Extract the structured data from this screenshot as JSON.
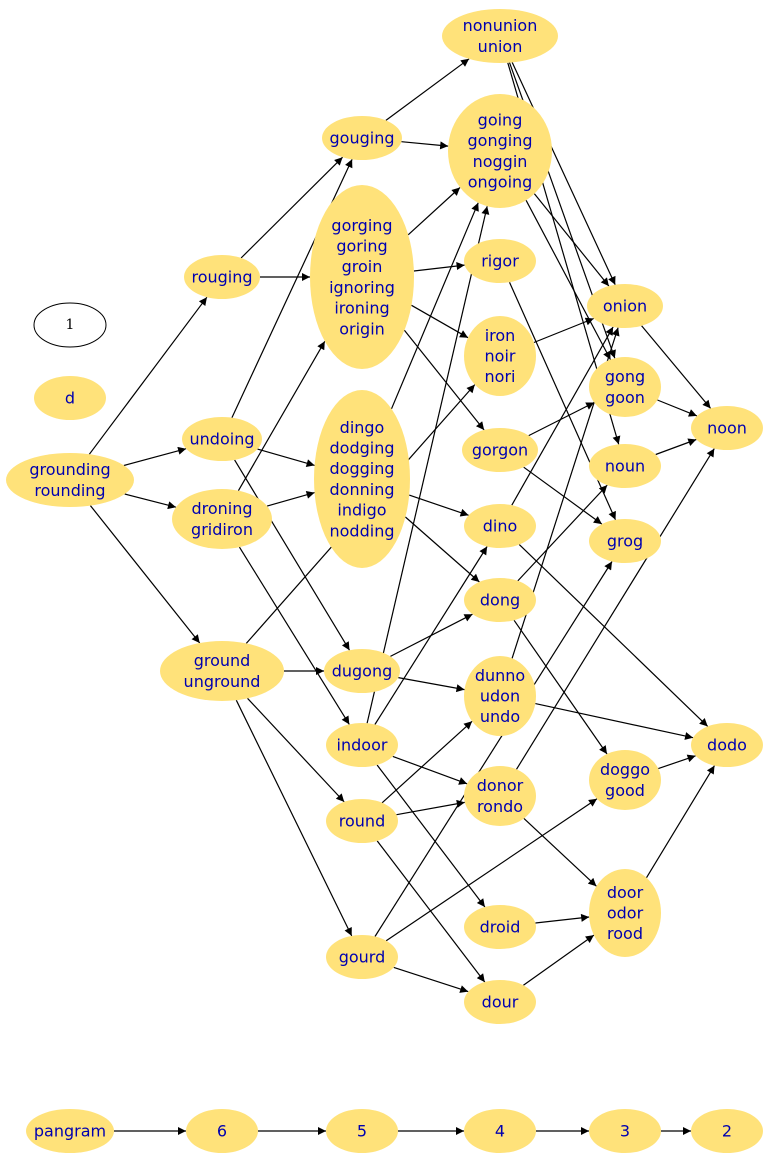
{
  "colors": {
    "node_fill": "#ffe27a",
    "label": "#0000b0",
    "edge": "#000000"
  },
  "nodes": [
    {
      "id": "grounding",
      "lines": [
        "grounding",
        "rounding"
      ]
    },
    {
      "id": "rouging",
      "lines": [
        "rouging"
      ]
    },
    {
      "id": "undoing",
      "lines": [
        "undoing"
      ]
    },
    {
      "id": "droning",
      "lines": [
        "droning",
        "gridiron"
      ]
    },
    {
      "id": "ground",
      "lines": [
        "ground",
        "unground"
      ]
    },
    {
      "id": "gouging",
      "lines": [
        "gouging"
      ]
    },
    {
      "id": "gorging",
      "lines": [
        "gorging",
        "goring",
        "groin",
        "ignoring",
        "ironing",
        "origin"
      ]
    },
    {
      "id": "dingo",
      "lines": [
        "dingo",
        "dodging",
        "dogging",
        "donning",
        "indigo",
        "nodding"
      ]
    },
    {
      "id": "dugong",
      "lines": [
        "dugong"
      ]
    },
    {
      "id": "indoor",
      "lines": [
        "indoor"
      ]
    },
    {
      "id": "round",
      "lines": [
        "round"
      ]
    },
    {
      "id": "gourd",
      "lines": [
        "gourd"
      ]
    },
    {
      "id": "nonunion",
      "lines": [
        "nonunion",
        "union"
      ]
    },
    {
      "id": "going",
      "lines": [
        "going",
        "gonging",
        "noggin",
        "ongoing"
      ]
    },
    {
      "id": "rigor",
      "lines": [
        "rigor"
      ]
    },
    {
      "id": "iron",
      "lines": [
        "iron",
        "noir",
        "nori"
      ]
    },
    {
      "id": "gorgon",
      "lines": [
        "gorgon"
      ]
    },
    {
      "id": "dino",
      "lines": [
        "dino"
      ]
    },
    {
      "id": "dong",
      "lines": [
        "dong"
      ]
    },
    {
      "id": "dunno",
      "lines": [
        "dunno",
        "udon",
        "undo"
      ]
    },
    {
      "id": "donor",
      "lines": [
        "donor",
        "rondo"
      ]
    },
    {
      "id": "droid",
      "lines": [
        "droid"
      ]
    },
    {
      "id": "dour",
      "lines": [
        "dour"
      ]
    },
    {
      "id": "onion",
      "lines": [
        "onion"
      ]
    },
    {
      "id": "gong",
      "lines": [
        "gong",
        "goon"
      ]
    },
    {
      "id": "noun",
      "lines": [
        "noun"
      ]
    },
    {
      "id": "grog",
      "lines": [
        "grog"
      ]
    },
    {
      "id": "doggo",
      "lines": [
        "doggo",
        "good"
      ]
    },
    {
      "id": "door",
      "lines": [
        "door",
        "odor",
        "rood"
      ]
    },
    {
      "id": "noon",
      "lines": [
        "noon"
      ]
    },
    {
      "id": "dodo",
      "lines": [
        "dodo"
      ]
    },
    {
      "id": "one",
      "lines": [
        "1"
      ],
      "style": "plain"
    },
    {
      "id": "d",
      "lines": [
        "d"
      ]
    },
    {
      "id": "pangram",
      "lines": [
        "pangram"
      ]
    },
    {
      "id": "n6",
      "lines": [
        "6"
      ]
    },
    {
      "id": "n5",
      "lines": [
        "5"
      ]
    },
    {
      "id": "n4",
      "lines": [
        "4"
      ]
    },
    {
      "id": "n3",
      "lines": [
        "3"
      ]
    },
    {
      "id": "n2",
      "lines": [
        "2"
      ]
    }
  ],
  "edges": [
    [
      "grounding",
      "rouging"
    ],
    [
      "grounding",
      "undoing"
    ],
    [
      "grounding",
      "droning"
    ],
    [
      "grounding",
      "ground"
    ],
    [
      "rouging",
      "gouging"
    ],
    [
      "rouging",
      "gorging"
    ],
    [
      "undoing",
      "gouging"
    ],
    [
      "undoing",
      "dingo"
    ],
    [
      "undoing",
      "dugong"
    ],
    [
      "droning",
      "gorging"
    ],
    [
      "droning",
      "dingo"
    ],
    [
      "droning",
      "indoor"
    ],
    [
      "ground",
      "iron"
    ],
    [
      "ground",
      "dugong"
    ],
    [
      "ground",
      "round"
    ],
    [
      "ground",
      "gourd"
    ],
    [
      "gouging",
      "nonunion"
    ],
    [
      "gouging",
      "going"
    ],
    [
      "gorging",
      "going"
    ],
    [
      "gorging",
      "rigor"
    ],
    [
      "gorging",
      "iron"
    ],
    [
      "gorging",
      "gorgon"
    ],
    [
      "dingo",
      "going"
    ],
    [
      "dingo",
      "dino"
    ],
    [
      "dingo",
      "dong"
    ],
    [
      "dugong",
      "dong"
    ],
    [
      "dugong",
      "dunno"
    ],
    [
      "indoor",
      "going"
    ],
    [
      "indoor",
      "dino"
    ],
    [
      "indoor",
      "donor"
    ],
    [
      "indoor",
      "droid"
    ],
    [
      "round",
      "dunno"
    ],
    [
      "round",
      "donor"
    ],
    [
      "round",
      "dour"
    ],
    [
      "gourd",
      "grog"
    ],
    [
      "gourd",
      "dour"
    ],
    [
      "gourd",
      "doggo"
    ],
    [
      "nonunion",
      "onion"
    ],
    [
      "nonunion",
      "gong"
    ],
    [
      "nonunion",
      "noun"
    ],
    [
      "going",
      "onion"
    ],
    [
      "going",
      "gong"
    ],
    [
      "rigor",
      "grog"
    ],
    [
      "iron",
      "onion"
    ],
    [
      "gorgon",
      "gong"
    ],
    [
      "gorgon",
      "grog"
    ],
    [
      "dino",
      "onion"
    ],
    [
      "dino",
      "dodo"
    ],
    [
      "dong",
      "noun"
    ],
    [
      "dong",
      "doggo"
    ],
    [
      "dunno",
      "onion"
    ],
    [
      "dunno",
      "dodo"
    ],
    [
      "donor",
      "noon"
    ],
    [
      "donor",
      "door"
    ],
    [
      "droid",
      "door"
    ],
    [
      "dour",
      "door"
    ],
    [
      "onion",
      "noon"
    ],
    [
      "gong",
      "noon"
    ],
    [
      "noun",
      "noon"
    ],
    [
      "doggo",
      "dodo"
    ],
    [
      "door",
      "dodo"
    ],
    [
      "pangram",
      "n6"
    ],
    [
      "n6",
      "n5"
    ],
    [
      "n5",
      "n4"
    ],
    [
      "n4",
      "n3"
    ],
    [
      "n3",
      "n2"
    ]
  ]
}
